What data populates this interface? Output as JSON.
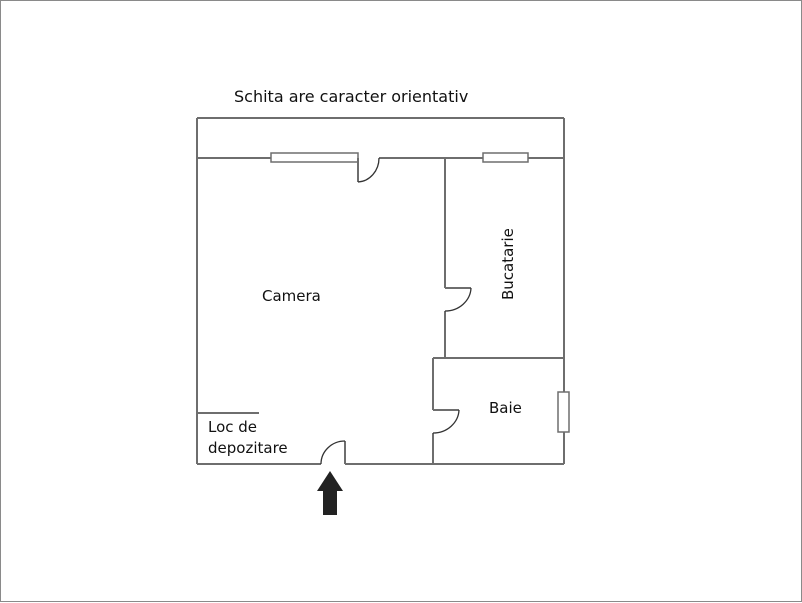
{
  "diagram": {
    "title": "Schita are caracter orientativ",
    "rooms": [
      {
        "id": "camera",
        "label": "Camera"
      },
      {
        "id": "bucatarie",
        "label": "Bucatarie"
      },
      {
        "id": "baie",
        "label": "Baie"
      },
      {
        "id": "depozitare",
        "label_line1": "Loc de",
        "label_line2": "depozitare"
      }
    ],
    "entrance": {
      "icon": "arrow-up-icon"
    },
    "colors": {
      "wall": "#6e6e6e",
      "arrow": "#222222",
      "text": "#111111"
    }
  }
}
